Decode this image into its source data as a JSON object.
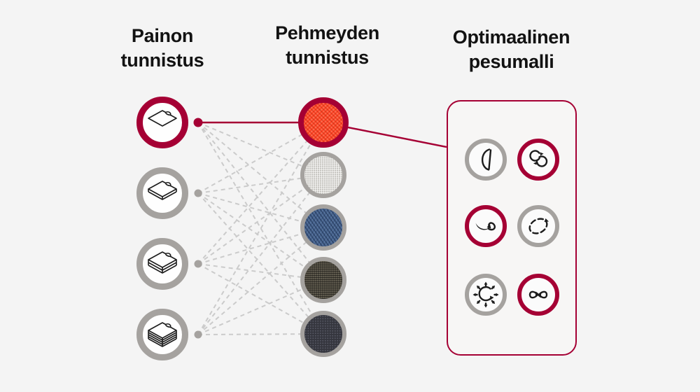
{
  "titles": {
    "weight": "Painon tunnistus",
    "softness": "Pehmeyden tunnistus",
    "wash": "Optimaalinen pesumalli"
  },
  "colors": {
    "background": "#F4F4F4",
    "brand": "#A50034",
    "ring_gray": "#A5A29F",
    "dashed_line": "#CBCBCB",
    "solid_line": "#A50034",
    "icon_stroke": "#1C1C1C",
    "text": "#121212",
    "box_background": "#F7F6F5"
  },
  "weight_nodes": [
    {
      "id": "w1",
      "icon": "fabric-stack-1-layer-icon",
      "layers": 1,
      "highlighted": true
    },
    {
      "id": "w2",
      "icon": "fabric-stack-2-layer-icon",
      "layers": 2,
      "highlighted": false
    },
    {
      "id": "w3",
      "icon": "fabric-stack-3-layer-icon",
      "layers": 3,
      "highlighted": false
    },
    {
      "id": "w4",
      "icon": "fabric-stack-5-layer-icon",
      "layers": 5,
      "highlighted": false
    }
  ],
  "fabric_nodes": [
    {
      "id": "f1",
      "fabric": "orange-terry",
      "color": "#FF4A2C",
      "highlighted": true
    },
    {
      "id": "f2",
      "fabric": "light-linen",
      "color": "#DCDBD7",
      "highlighted": false
    },
    {
      "id": "f3",
      "fabric": "blue-denim",
      "color": "#47638D",
      "highlighted": false
    },
    {
      "id": "f4",
      "fabric": "brown-burlap",
      "color": "#4E4A40",
      "highlighted": false
    },
    {
      "id": "f5",
      "fabric": "dark-knit",
      "color": "#35363E",
      "highlighted": false
    }
  ],
  "motion_nodes": [
    {
      "id": "m1",
      "icon": "drum-arc-icon",
      "highlighted": false
    },
    {
      "id": "m2",
      "icon": "rolling-icon",
      "highlighted": true
    },
    {
      "id": "m3",
      "icon": "swing-icon",
      "highlighted": true
    },
    {
      "id": "m4",
      "icon": "orbit-dashed-icon",
      "highlighted": false
    },
    {
      "id": "m5",
      "icon": "scrub-radiate-icon",
      "highlighted": false
    },
    {
      "id": "m6",
      "icon": "infinity-icon",
      "highlighted": true
    }
  ],
  "connections": {
    "solid": {
      "from": "w1",
      "via": "f1",
      "to": "box-anchor"
    },
    "dashed": [
      [
        "w1",
        "f2"
      ],
      [
        "w1",
        "f3"
      ],
      [
        "w1",
        "f4"
      ],
      [
        "w1",
        "f5"
      ],
      [
        "w2",
        "f1"
      ],
      [
        "w2",
        "f2"
      ],
      [
        "w2",
        "f3"
      ],
      [
        "w2",
        "f4"
      ],
      [
        "w2",
        "f5"
      ],
      [
        "w3",
        "f1"
      ],
      [
        "w3",
        "f2"
      ],
      [
        "w3",
        "f3"
      ],
      [
        "w3",
        "f4"
      ],
      [
        "w3",
        "f5"
      ],
      [
        "w4",
        "f1"
      ],
      [
        "w4",
        "f2"
      ],
      [
        "w4",
        "f3"
      ],
      [
        "w4",
        "f4"
      ],
      [
        "w4",
        "f5"
      ]
    ]
  }
}
